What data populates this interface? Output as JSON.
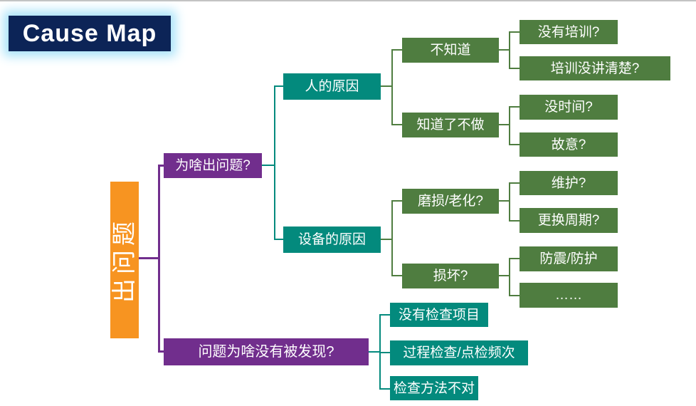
{
  "title": "Cause Map",
  "colors": {
    "title_bg": "#0c2457",
    "title_glow": "#a9e3f9",
    "root_orange": "#f79421",
    "level1_purple": "#712e8d",
    "level2_teal": "#038a7d",
    "level3_green": "#4f7d40",
    "text": "#ffffff"
  },
  "nodes": {
    "root": "出问题",
    "why_problem": "为啥出问题?",
    "human_cause": "人的原因",
    "no_knowledge": "不知道",
    "no_training": "没有培训?",
    "training_unclear": "培训没讲清楚?",
    "know_but_not_do": "知道了不做",
    "no_time": "没时间?",
    "intentional": "故意?",
    "equipment_cause": "设备的原因",
    "wear_aging": "磨损/老化?",
    "maintenance": "维护?",
    "replacement_cycle": "更换周期?",
    "damage": "损坏?",
    "shock_protection": "防震/防护",
    "ellipsis": "……",
    "why_not_found": "问题为啥没有被发现?",
    "no_check_item": "没有检查项目",
    "process_check_freq": "过程检查/点检频次",
    "wrong_check_method": "检查方法不对"
  }
}
